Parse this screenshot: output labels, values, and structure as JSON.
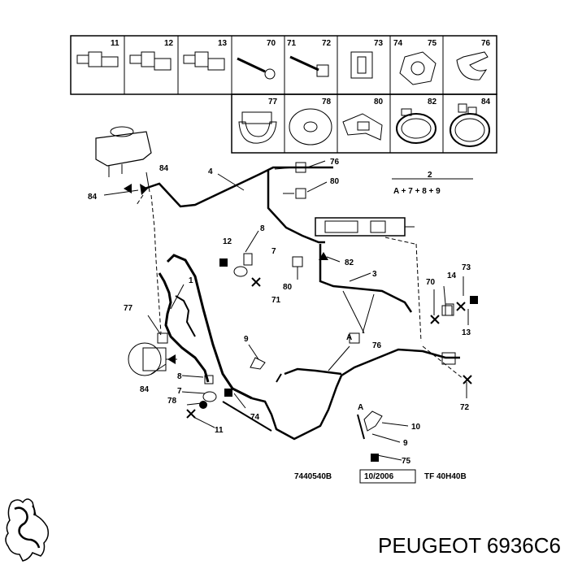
{
  "parts_table": {
    "row1": [
      "11",
      "12",
      "13",
      "70",
      "71",
      "72",
      "73",
      "74",
      "75",
      "76"
    ],
    "row2": [
      "77",
      "78",
      "80",
      "82",
      "84"
    ]
  },
  "callouts": {
    "c4": "4",
    "c84a": "84",
    "c84b": "84",
    "c76a": "76",
    "c80a": "80",
    "c2": "2",
    "formula": "A + 7 + 8 + 9",
    "c8a": "8",
    "c12": "12",
    "c7a": "7",
    "c71": "71",
    "c82": "82",
    "c80b": "80",
    "c1": "1",
    "c3": "3",
    "c77": "77",
    "c70": "70",
    "c14": "14",
    "c73": "73",
    "c13": "13",
    "c9a": "9",
    "cA1": "A",
    "c76b": "76",
    "c8b": "8",
    "c84c": "84",
    "c7b": "7",
    "c78": "78",
    "c74": "74",
    "c11": "11",
    "cA2": "A",
    "c10": "10",
    "c9b": "9",
    "c75": "75",
    "c72": "72"
  },
  "footer": {
    "ref1": "7440540B",
    "ref2": "10/2006",
    "ref3": "TF 40H40B"
  },
  "brand": {
    "text": "PEUGEOT 6936C6",
    "logo": "peugeot-lion-logo"
  }
}
